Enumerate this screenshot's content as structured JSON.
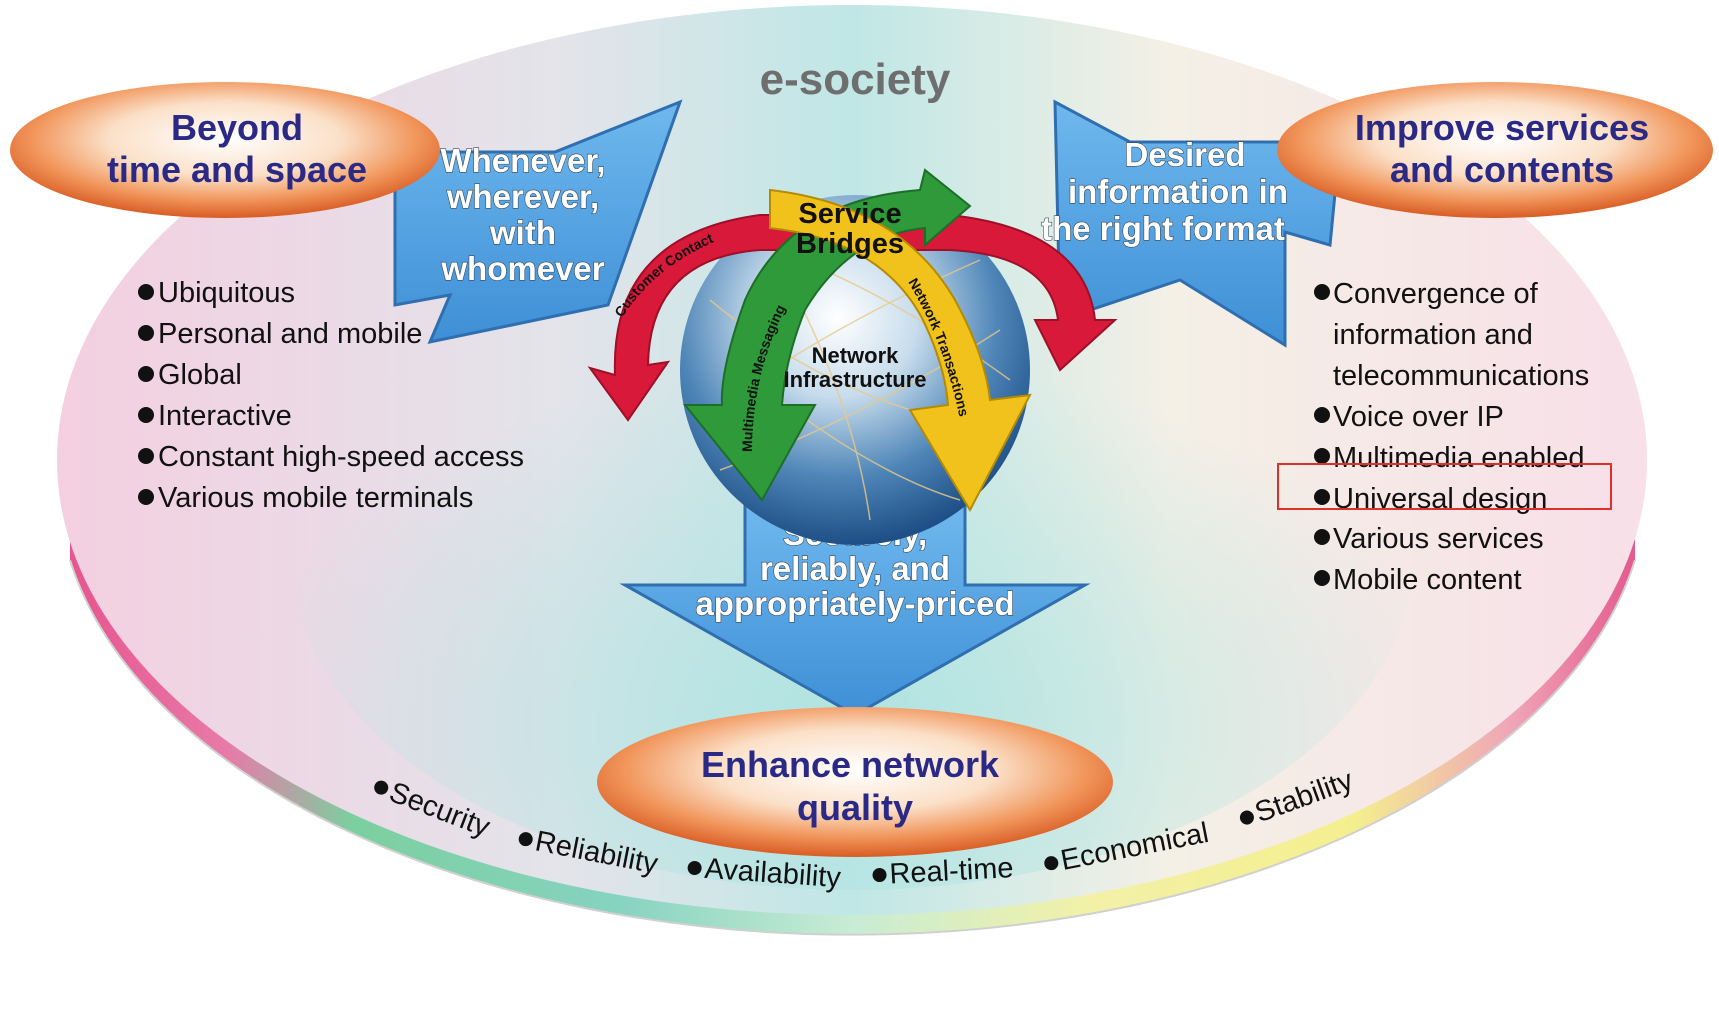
{
  "title": "e-society",
  "ovals": {
    "left": [
      "Beyond",
      "time and space"
    ],
    "right": [
      "Improve services",
      "and contents"
    ],
    "bottom": [
      "Enhance network",
      "quality"
    ]
  },
  "arrows": {
    "left": [
      "Whenever,",
      "wherever,",
      "with",
      "whomever"
    ],
    "right": [
      "Desired",
      "information in",
      "the right format"
    ],
    "bottom": [
      "Securely,",
      "reliably, and",
      "appropriately-priced"
    ]
  },
  "center": {
    "service_bridges": [
      "Service",
      "Bridges"
    ],
    "network_infrastructure": [
      "Network",
      "Infrastructure"
    ],
    "customer_contact": "Customer Contact",
    "multimedia_messaging": "Multimedia Messaging",
    "network_transactions": "Network Transactions"
  },
  "left_list": [
    "Ubiquitous",
    "Personal and mobile",
    "Global",
    "Interactive",
    "Constant high-speed access",
    "Various mobile terminals"
  ],
  "right_list": [
    [
      "Convergence of",
      "information and",
      "telecommunications"
    ],
    [
      "Voice over IP"
    ],
    [
      "Multimedia enabled"
    ],
    [
      "Universal design"
    ],
    [
      "Various services"
    ],
    [
      "Mobile content"
    ]
  ],
  "bottom_list": [
    "Security",
    "Reliability",
    "Availability",
    "Real-time",
    "Economical",
    "Stability"
  ],
  "highlight_item": "Universal design",
  "colors": {
    "oval_text": "#2a2a86",
    "arrow_blue": "#5aa9e6",
    "oval_orange": "#e06a2a",
    "red_arrow": "#d8193a",
    "green_arrow": "#2e9a3a",
    "yellow_arrow": "#f2c21c",
    "highlight_box": "#e0302a"
  }
}
